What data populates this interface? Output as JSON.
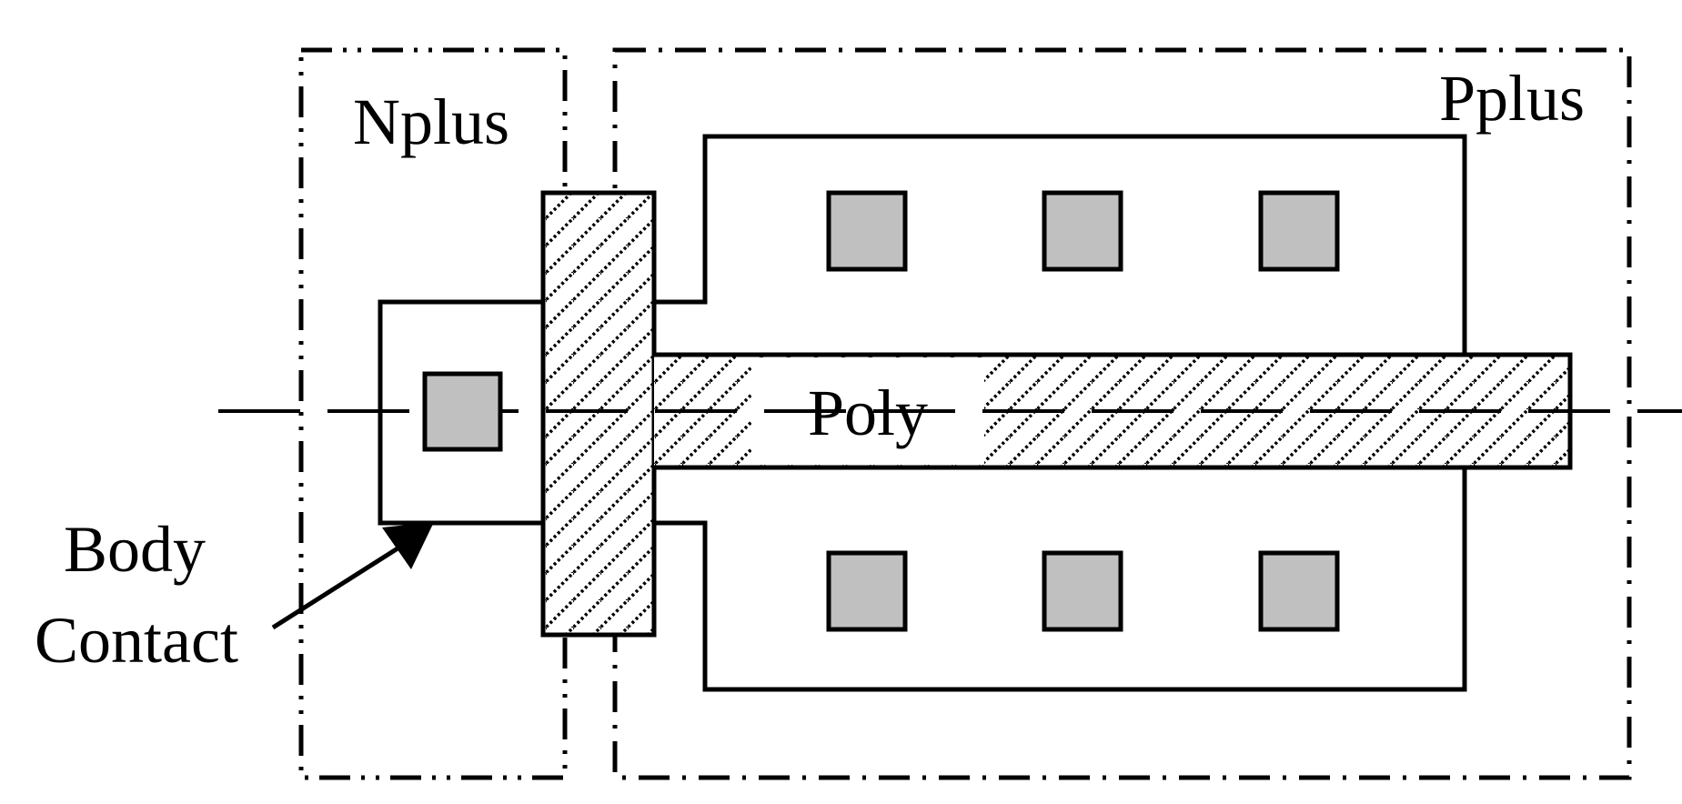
{
  "labels": {
    "nplus": "Nplus",
    "pplus": "Pplus",
    "poly": "Poly",
    "body_line1": "Body",
    "body_line2": "Contact"
  },
  "colors": {
    "stroke": "#000000",
    "contact_fill": "#c0c0c0",
    "hatch": "#000000",
    "background": "#ffffff"
  },
  "contacts": {
    "source_drain_count_per_row": 3,
    "rows": 2
  }
}
